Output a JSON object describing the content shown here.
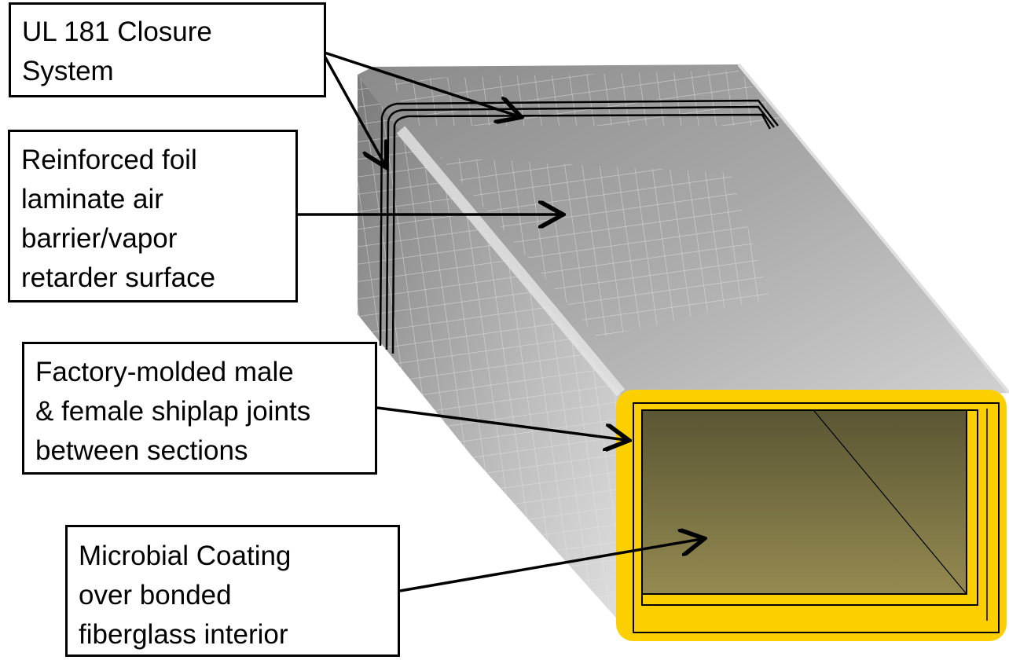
{
  "callouts": [
    {
      "lines": [
        "UL 181 Closure",
        "System"
      ]
    },
    {
      "lines": [
        "Reinforced foil",
        "laminate air",
        "barrier/vapor",
        "retarder surface"
      ]
    },
    {
      "lines": [
        "Factory-molded male",
        "& female shiplap joints",
        "between sections"
      ]
    },
    {
      "lines": [
        "Microbial Coating",
        "over bonded",
        "fiberglass interior"
      ]
    }
  ],
  "colors": {
    "duct_face": "#b4b4b4",
    "duct_top": "#9a9a9a",
    "fiberglass_edge": "#fcd000",
    "interior_dark": "#5a5634",
    "interior_light": "#948a50",
    "arrow": "#000000"
  }
}
